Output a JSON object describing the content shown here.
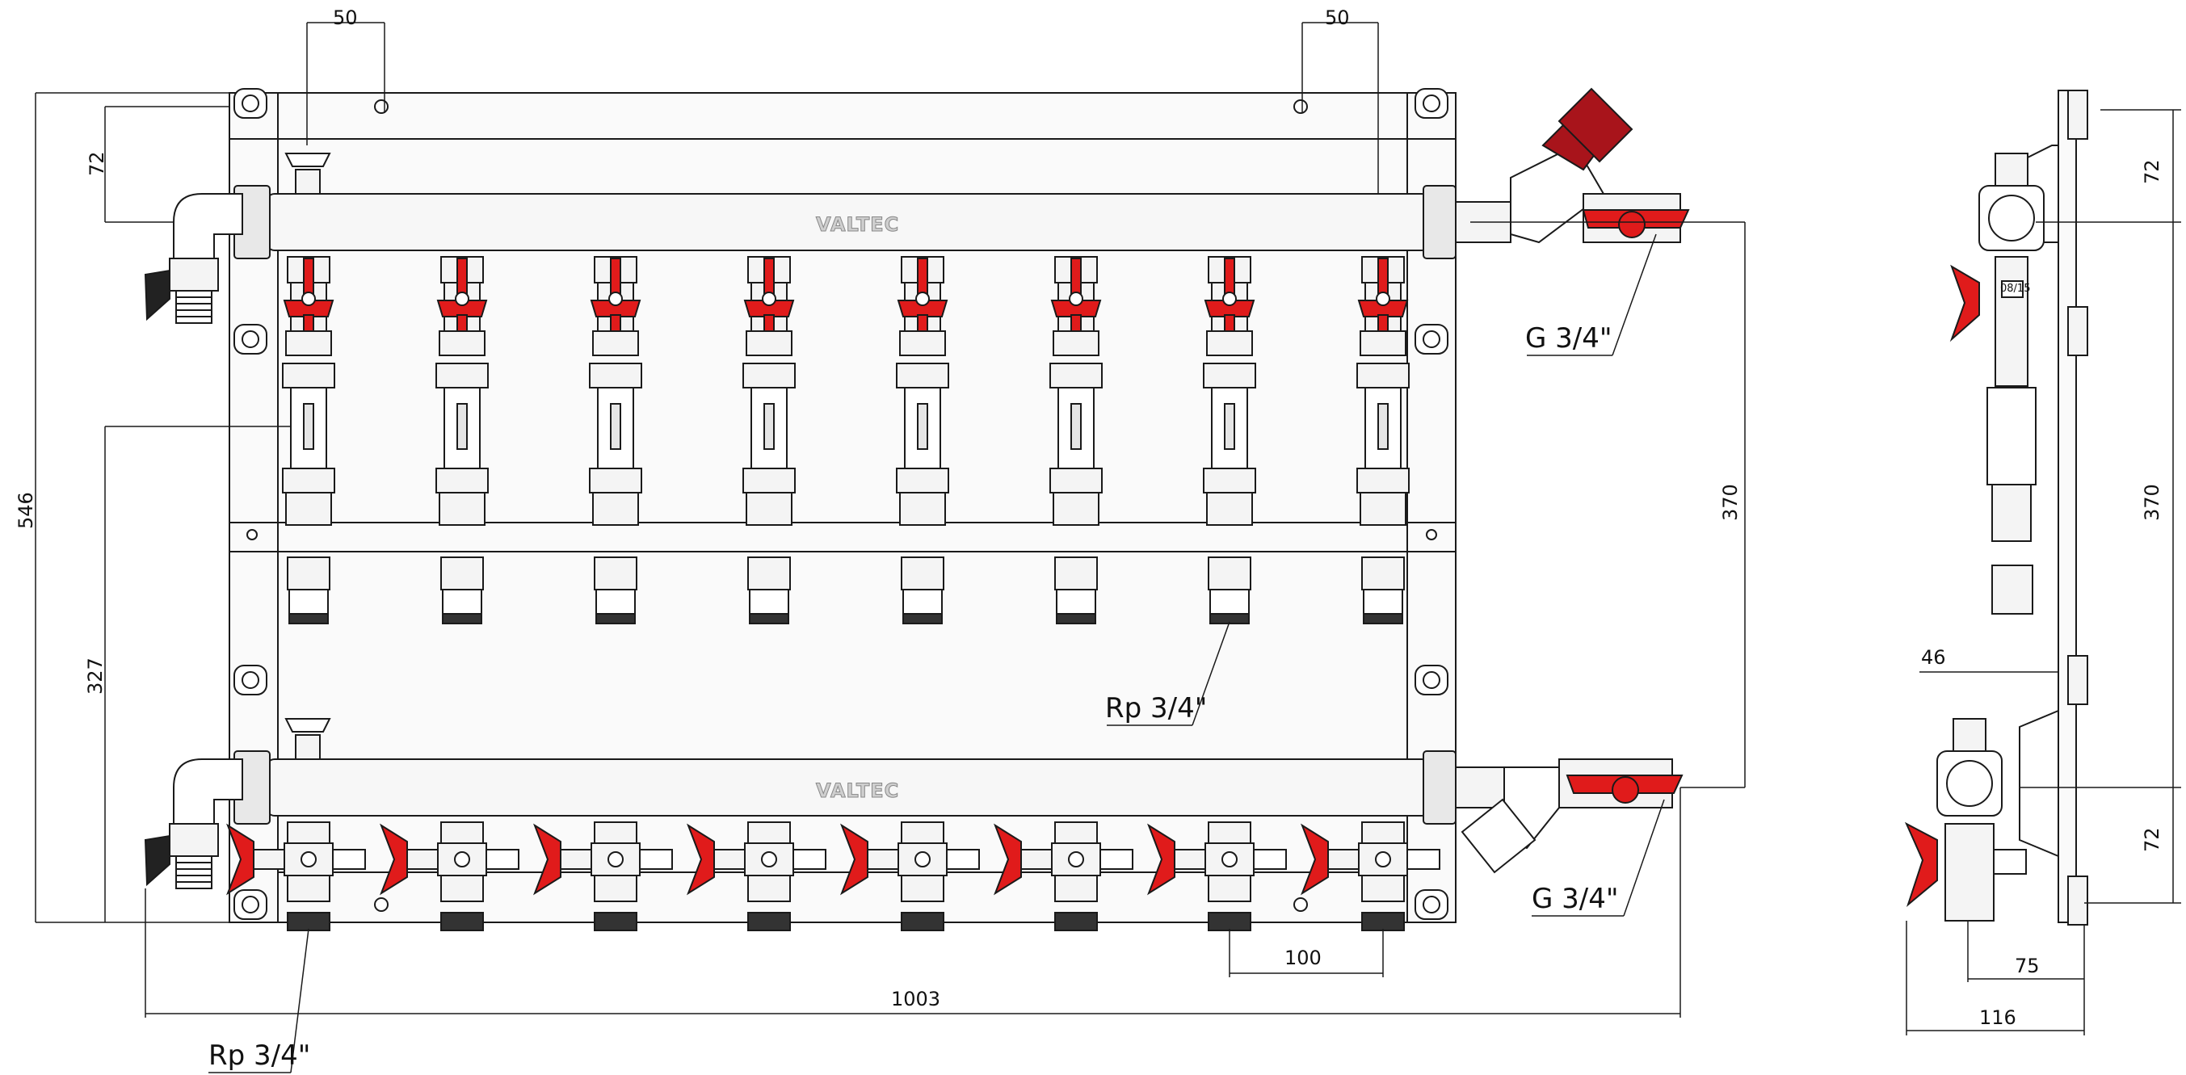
{
  "brand": "VALTEC",
  "dimensions": {
    "left_offset": "50",
    "right_offset": "50",
    "top_to_header": "72",
    "overall_height": "546",
    "lower_height": "327",
    "header_spacing": "370",
    "outlet_pitch": "100",
    "overall_width": "1003"
  },
  "side_view": {
    "top_offset": "72",
    "header_spacing": "370",
    "bottom_offset": "72",
    "depth_46": "46",
    "depth_75": "75",
    "depth_116": "116",
    "date_code": "08/15"
  },
  "callouts": {
    "supply_thread": "G 3/4\"",
    "return_thread": "G 3/4\"",
    "outlet_thread_top": "Rp 3/4\"",
    "outlet_thread_bottom": "Rp 3/4\""
  },
  "colors": {
    "line": "#1a1a1a",
    "valve_red": "#e01b1b",
    "dark_red": "#a8141b",
    "metal": "#f4f4f4"
  }
}
